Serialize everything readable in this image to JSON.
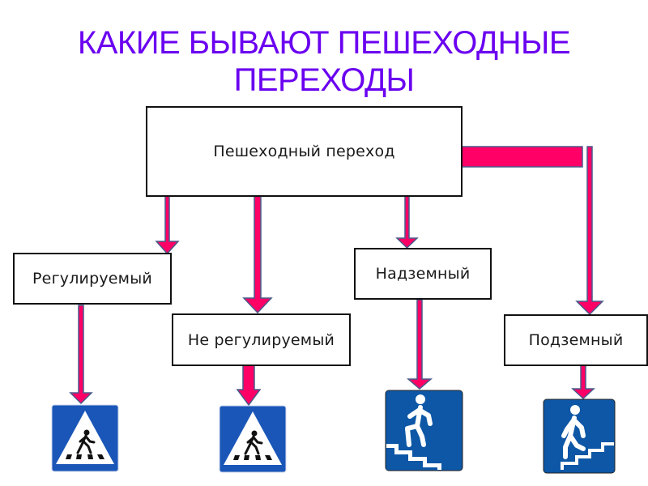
{
  "title": {
    "line1": "КАКИЕ БЫВАЮТ ПЕШЕХОДНЫЕ",
    "line2": "ПЕРЕХОДЫ"
  },
  "colors": {
    "title": "#6a00f0",
    "arrow_fill": "#ff0066",
    "arrow_stroke": "#4a5a8a",
    "sign_blue": "#1a56b8",
    "sign_blue_dark": "#0d57a6"
  },
  "root": {
    "label": "Пешеходный переход"
  },
  "categories": [
    {
      "id": "regulated",
      "label": "Регулируемый",
      "sign": "pedestrian-crossing-sign"
    },
    {
      "id": "unregulated",
      "label": "Не регулируемый",
      "sign": "pedestrian-crossing-sign"
    },
    {
      "id": "overground",
      "label": "Надземный",
      "sign": "overground-crossing-sign"
    },
    {
      "id": "underground",
      "label": "Подземный",
      "sign": "underground-crossing-sign"
    }
  ]
}
